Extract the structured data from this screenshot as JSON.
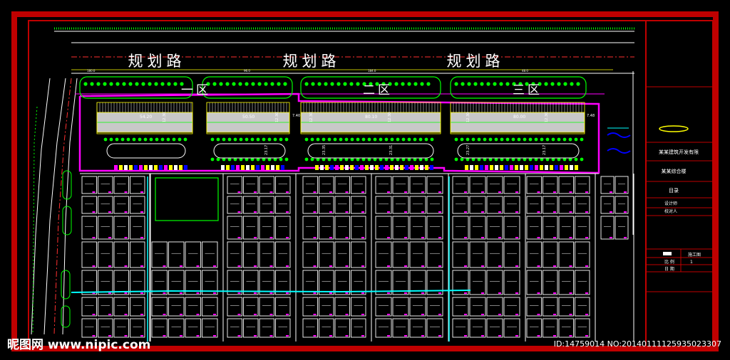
{
  "drawing": {
    "road_labels": [
      "规划路",
      "规划路",
      "规划路"
    ],
    "block_labels": [
      "一区",
      "二区",
      "三区"
    ],
    "dimensions_top": [
      "180.0",
      "96.0",
      "184.0",
      "48.0"
    ],
    "dimensions_blocks": [
      "54.20",
      "50.50",
      "80.10",
      "80.00",
      "7.40",
      "7.48"
    ],
    "dimensions_vertical": [
      "12.30",
      "12.30",
      "12.30",
      "12.30",
      "12.30",
      "23.17",
      "23.35",
      "23.31",
      "23.27"
    ]
  },
  "title_block": {
    "company": "某某建筑开发有限",
    "project": "某某综合楼",
    "sheet_title": "目录",
    "designer": "设计师",
    "checker": "校对人",
    "scale_label": "比 例",
    "date_label": "日 期",
    "sheet_no_label": "施工图",
    "sheet_no": "1"
  },
  "watermark": {
    "left": "昵图网 www.nipic.com",
    "right": "ID:14759014 NO:20140111125935023307"
  },
  "colors": {
    "frame": "#c00000",
    "background": "#000000",
    "lines": "#ffffff",
    "boundary": "#ff00ff",
    "trees": "#00ff00",
    "road": "#cccccc",
    "river": "#00ffff",
    "yellow": "#ffff00",
    "blue": "#0000ff"
  }
}
